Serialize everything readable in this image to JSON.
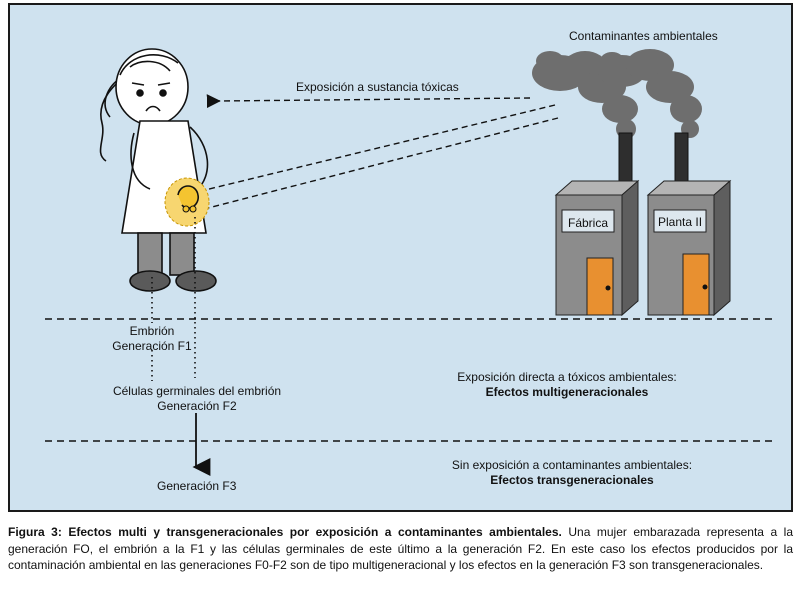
{
  "diagram": {
    "pollutants_label": "Contaminantes ambientales",
    "exposure_label": "Exposición a sustancia tóxicas",
    "factory_label": "Fábrica",
    "plant_label": "Planta II",
    "embryo_line1": "Embrión",
    "embryo_line2": "Generación F1",
    "germ_line1": "Células germinales del embrión",
    "germ_line2": "Generación F2",
    "f3_label": "Generación F3",
    "direct_line1": "Exposición directa a tóxicos ambientales:",
    "direct_line2": "Efectos multigeneracionales",
    "noexp_line1": "Sin exposición a contaminantes ambientales:",
    "noexp_line2": "Efectos transgeneracionales"
  },
  "caption": {
    "figure_label": "Figura 3",
    "title": ": Efectos multi y transgeneracionales por exposición a contaminantes ambientales.",
    "body": " Una mujer embarazada representa a la generación FO, el embrión a la F1 y las células germinales de este último a la generación F2.  En este caso los efectos producidos por la contaminación ambiental en las generaciones F0-F2 son de tipo multigeneracional y los efectos en la generación F3 son transgeneracionales."
  },
  "colors": {
    "background": "#cfe2ef",
    "building": "#8c8c8c",
    "door": "#e89030",
    "smoke": "#6e6e6e",
    "embryo": "#f4c430"
  }
}
